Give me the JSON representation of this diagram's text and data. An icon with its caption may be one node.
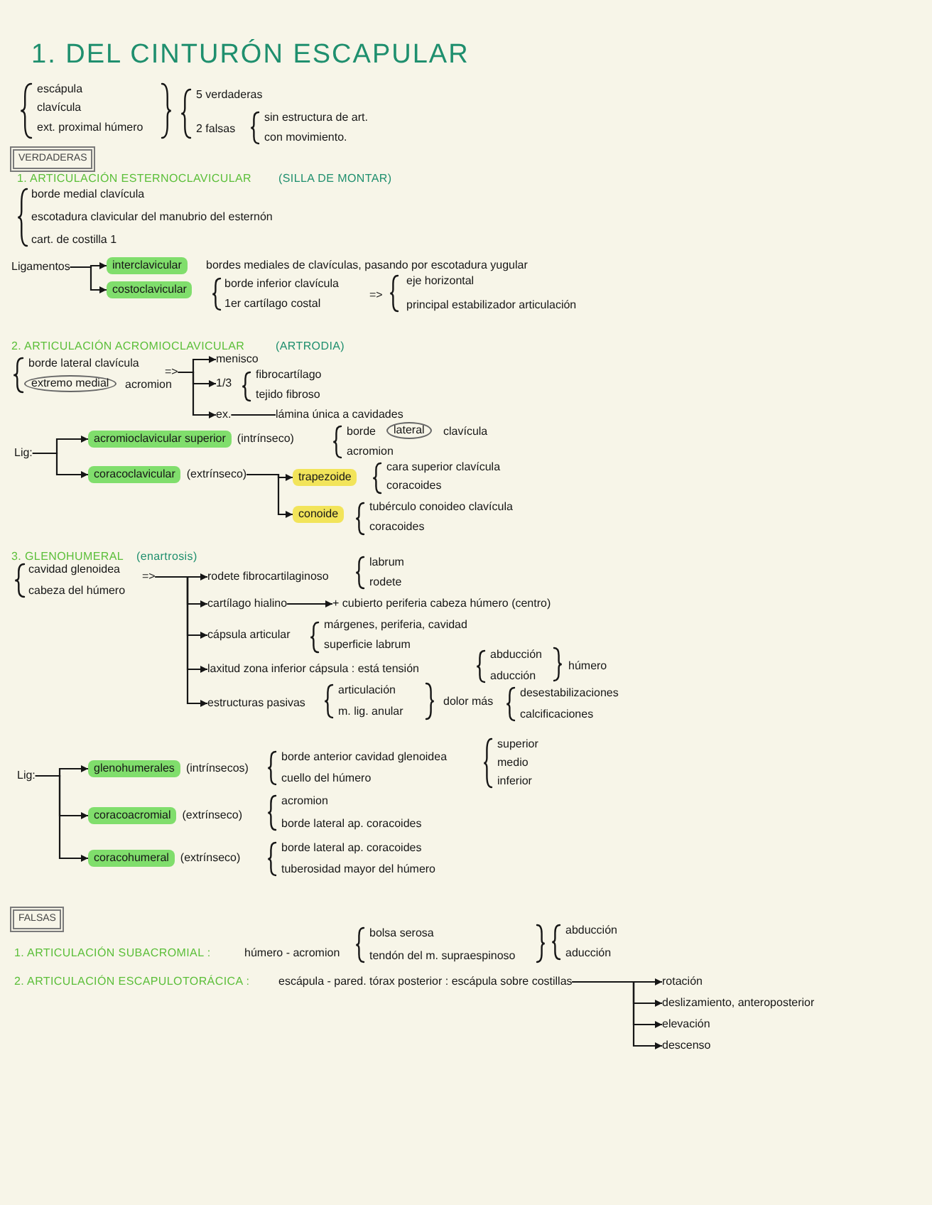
{
  "diagram": {
    "title": "1. DEL CINTURÓN ESCAPULAR",
    "nodes": [
      {
        "text": [
          "VERDADERAS"
        ]
      },
      {
        "text": [
          "Ligamentos"
        ]
      },
      {
        "text": [
          "interclavicular"
        ]
      },
      {
        "text": [
          "costoclavicular"
        ]
      },
      {
        "text": [
          "extremo medial"
        ]
      },
      {
        "text": [
          "=>"
        ]
      },
      {
        "text": [
          "menisco"
        ]
      },
      {
        "text": [
          "1/3"
        ]
      },
      {
        "text": [
          "ex."
        ]
      },
      {
        "text": [
          "lámina única a cavidades"
        ]
      },
      {
        "text": [
          "Lig:"
        ]
      },
      {
        "text": [
          "acromioclavicular superior"
        ],
        "beside": [
          "(intrínseco)"
        ]
      },
      {
        "text": [
          "lateral"
        ]
      },
      {
        "text": [
          "coracoclavicular"
        ],
        "beside": [
          "(extrínseco)"
        ]
      },
      {
        "text": [
          "trapezoide"
        ]
      },
      {
        "text": [
          "conoide"
        ]
      },
      {
        "text": [
          "=>"
        ]
      },
      {
        "text": [
          "rodete fibrocartilaginoso"
        ]
      },
      {
        "text": [
          "cartílago hialino"
        ]
      },
      {
        "text": [
          "+ cubierto periferia cabeza húmero (centro)"
        ]
      },
      {
        "text": [
          "cápsula articular"
        ]
      },
      {
        "text": [
          "laxitud zona inferior cápsula : está tensión"
        ]
      },
      {
        "text": [
          "estructuras pasivas"
        ]
      },
      {
        "text": [
          "Lig:"
        ]
      },
      {
        "text": [
          "glenohumerales"
        ],
        "beside": [
          "(intrínsecos)"
        ]
      },
      {
        "text": [
          "coracoacromial"
        ],
        "beside": [
          "(extrínseco)"
        ]
      },
      {
        "text": [
          "coracohumeral"
        ],
        "beside": [
          "(extrínseco)"
        ]
      },
      {
        "text": [
          "FALSAS"
        ]
      },
      {
        "text": [
          "escápula - pared. tórax posterior : escápula sobre costillas"
        ]
      },
      {
        "text": [
          "rotación"
        ]
      },
      {
        "text": [
          "deslizamiento, anteroposterior"
        ]
      },
      {
        "text": [
          "elevación"
        ]
      },
      {
        "text": [
          "descenso"
        ]
      }
    ],
    "edges": [
      {
        "from": 1,
        "to": 2,
        "arrow": "to"
      },
      {
        "from": 1,
        "to": 3,
        "arrow": "to"
      },
      {
        "from": 5,
        "to": 6,
        "arrow": "to"
      },
      {
        "from": 5,
        "to": 7,
        "arrow": "to"
      },
      {
        "from": 5,
        "to": 8,
        "arrow": "to"
      },
      {
        "from": 8,
        "to": 9,
        "arrow": "none"
      },
      {
        "from": 10,
        "to": 11,
        "arrow": "to"
      },
      {
        "from": 10,
        "to": 13,
        "arrow": "to"
      },
      {
        "from": 13,
        "to": 14,
        "arrow": "to"
      },
      {
        "from": 13,
        "to": 15,
        "arrow": "to"
      },
      {
        "from": 16,
        "to": 17,
        "arrow": "to"
      },
      {
        "from": 16,
        "to": 18,
        "arrow": "to"
      },
      {
        "from": 18,
        "to": 19,
        "arrow": "to"
      },
      {
        "from": 16,
        "to": 20,
        "arrow": "to"
      },
      {
        "from": 16,
        "to": 21,
        "arrow": "to"
      },
      {
        "from": 16,
        "to": 22,
        "arrow": "to"
      },
      {
        "from": 23,
        "to": 24,
        "arrow": "to"
      },
      {
        "from": 23,
        "to": 25,
        "arrow": "to"
      },
      {
        "from": 23,
        "to": 26,
        "arrow": "to"
      },
      {
        "from": 28,
        "to": 29,
        "arrow": "to"
      },
      {
        "from": 28,
        "to": 30,
        "arrow": "to"
      },
      {
        "from": 28,
        "to": 31,
        "arrow": "to"
      },
      {
        "from": 28,
        "to": 32,
        "arrow": "to"
      }
    ],
    "labels": [
      "escápula",
      "clavícula",
      "ext. proximal húmero",
      "5 verdaderas",
      "2 falsas",
      "sin estructura de art.",
      "con movimiento.",
      "1. ARTICULACIÓN ESTERNOCLAVICULAR",
      "(SILLA DE MONTAR)",
      "borde medial clavícula",
      "escotadura clavicular del manubrio del esternón",
      "cart. de costilla 1",
      "bordes mediales de clavículas, pasando por escotadura yugular",
      "borde inferior clavícula",
      "eje horizontal",
      "1er cartílago costal",
      "=>",
      "principal estabilizador articulación",
      "2. ARTICULACIÓN ACROMIOCLAVICULAR",
      "(ARTRODIA)",
      "borde lateral clavícula",
      "acromion",
      "fibrocartílago",
      "tejido fibroso",
      "borde",
      "clavícula",
      "acromion",
      "cara superior clavícula",
      "coracoides",
      "tubérculo conoideo clavícula",
      "coracoides",
      "3. GLENOHUMERAL",
      "(enartrosis)",
      "cavidad glenoidea",
      "labrum",
      "rodete",
      "cabeza del húmero",
      "márgenes, periferia, cavidad",
      "superficie labrum",
      "abducción",
      "húmero",
      "aducción",
      "articulación",
      "desestabilizaciones",
      "dolor más",
      "m. lig. anular",
      "calcificaciones",
      "superior",
      "borde anterior cavidad glenoidea",
      "medio",
      "cuello del húmero",
      "inferior",
      "acromion",
      "borde lateral ap. coracoides",
      "borde lateral ap. coracoides",
      "tuberosidad mayor del húmero",
      "bolsa serosa",
      "abducción",
      "1. ARTICULACIÓN SUBACROMIAL :",
      "húmero - acromion",
      "tendón del m. supraespinoso",
      "aducción",
      "2. ARTICULACIÓN ESCAPULOTORÁCICA :"
    ]
  }
}
